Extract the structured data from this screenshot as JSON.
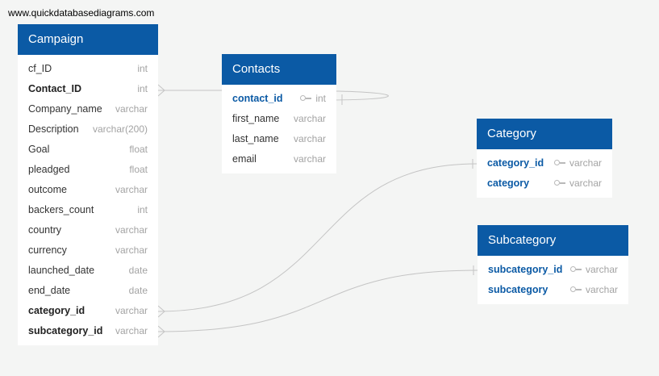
{
  "watermark": "www.quickdatabasediagrams.com",
  "tables": {
    "campaign": {
      "title": "Campaign",
      "rows": [
        {
          "name": "cf_ID",
          "type": "int"
        },
        {
          "name": "Contact_ID",
          "type": "int"
        },
        {
          "name": "Company_name",
          "type": "varchar"
        },
        {
          "name": "Description",
          "type": "varchar(200)"
        },
        {
          "name": "Goal",
          "type": "float"
        },
        {
          "name": "pleadged",
          "type": "float"
        },
        {
          "name": "outcome",
          "type": "varchar"
        },
        {
          "name": "backers_count",
          "type": "int"
        },
        {
          "name": "country",
          "type": "varchar"
        },
        {
          "name": "currency",
          "type": "varchar"
        },
        {
          "name": "launched_date",
          "type": "date"
        },
        {
          "name": "end_date",
          "type": "date"
        },
        {
          "name": "category_id",
          "type": "varchar"
        },
        {
          "name": "subcategory_id",
          "type": "varchar"
        }
      ]
    },
    "contacts": {
      "title": "Contacts",
      "rows": [
        {
          "name": "contact_id",
          "type": "int"
        },
        {
          "name": "first_name",
          "type": "varchar"
        },
        {
          "name": "last_name",
          "type": "varchar"
        },
        {
          "name": "email",
          "type": "varchar"
        }
      ]
    },
    "category": {
      "title": "Category",
      "rows": [
        {
          "name": "category_id",
          "type": "varchar"
        },
        {
          "name": "category",
          "type": "varchar"
        }
      ]
    },
    "subcategory": {
      "title": "Subcategory",
      "rows": [
        {
          "name": "subcategory_id",
          "type": "varchar"
        },
        {
          "name": "subcategory",
          "type": "varchar"
        }
      ]
    }
  },
  "colors": {
    "header": "#0b5aa5",
    "link": "#c4c4c4",
    "background": "#f4f5f4"
  }
}
